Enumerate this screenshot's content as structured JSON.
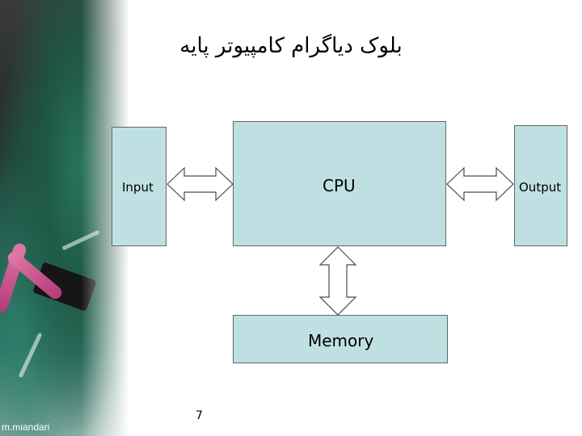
{
  "slide": {
    "title": "بلوک دیاگرام کامپیوتر پایه",
    "page_number": "7",
    "author": "m.miandari"
  },
  "diagram": {
    "nodes": {
      "input": "Input",
      "cpu": "CPU",
      "output": "Output",
      "memory": "Memory"
    },
    "edges": [
      {
        "from": "input",
        "to": "cpu",
        "type": "bidirectional"
      },
      {
        "from": "cpu",
        "to": "output",
        "type": "bidirectional"
      },
      {
        "from": "cpu",
        "to": "memory",
        "type": "bidirectional"
      }
    ]
  },
  "colors": {
    "box_fill": "#bfe0e2",
    "arrow_fill": "#ffffff",
    "arrow_stroke": "#4a4a4a"
  }
}
